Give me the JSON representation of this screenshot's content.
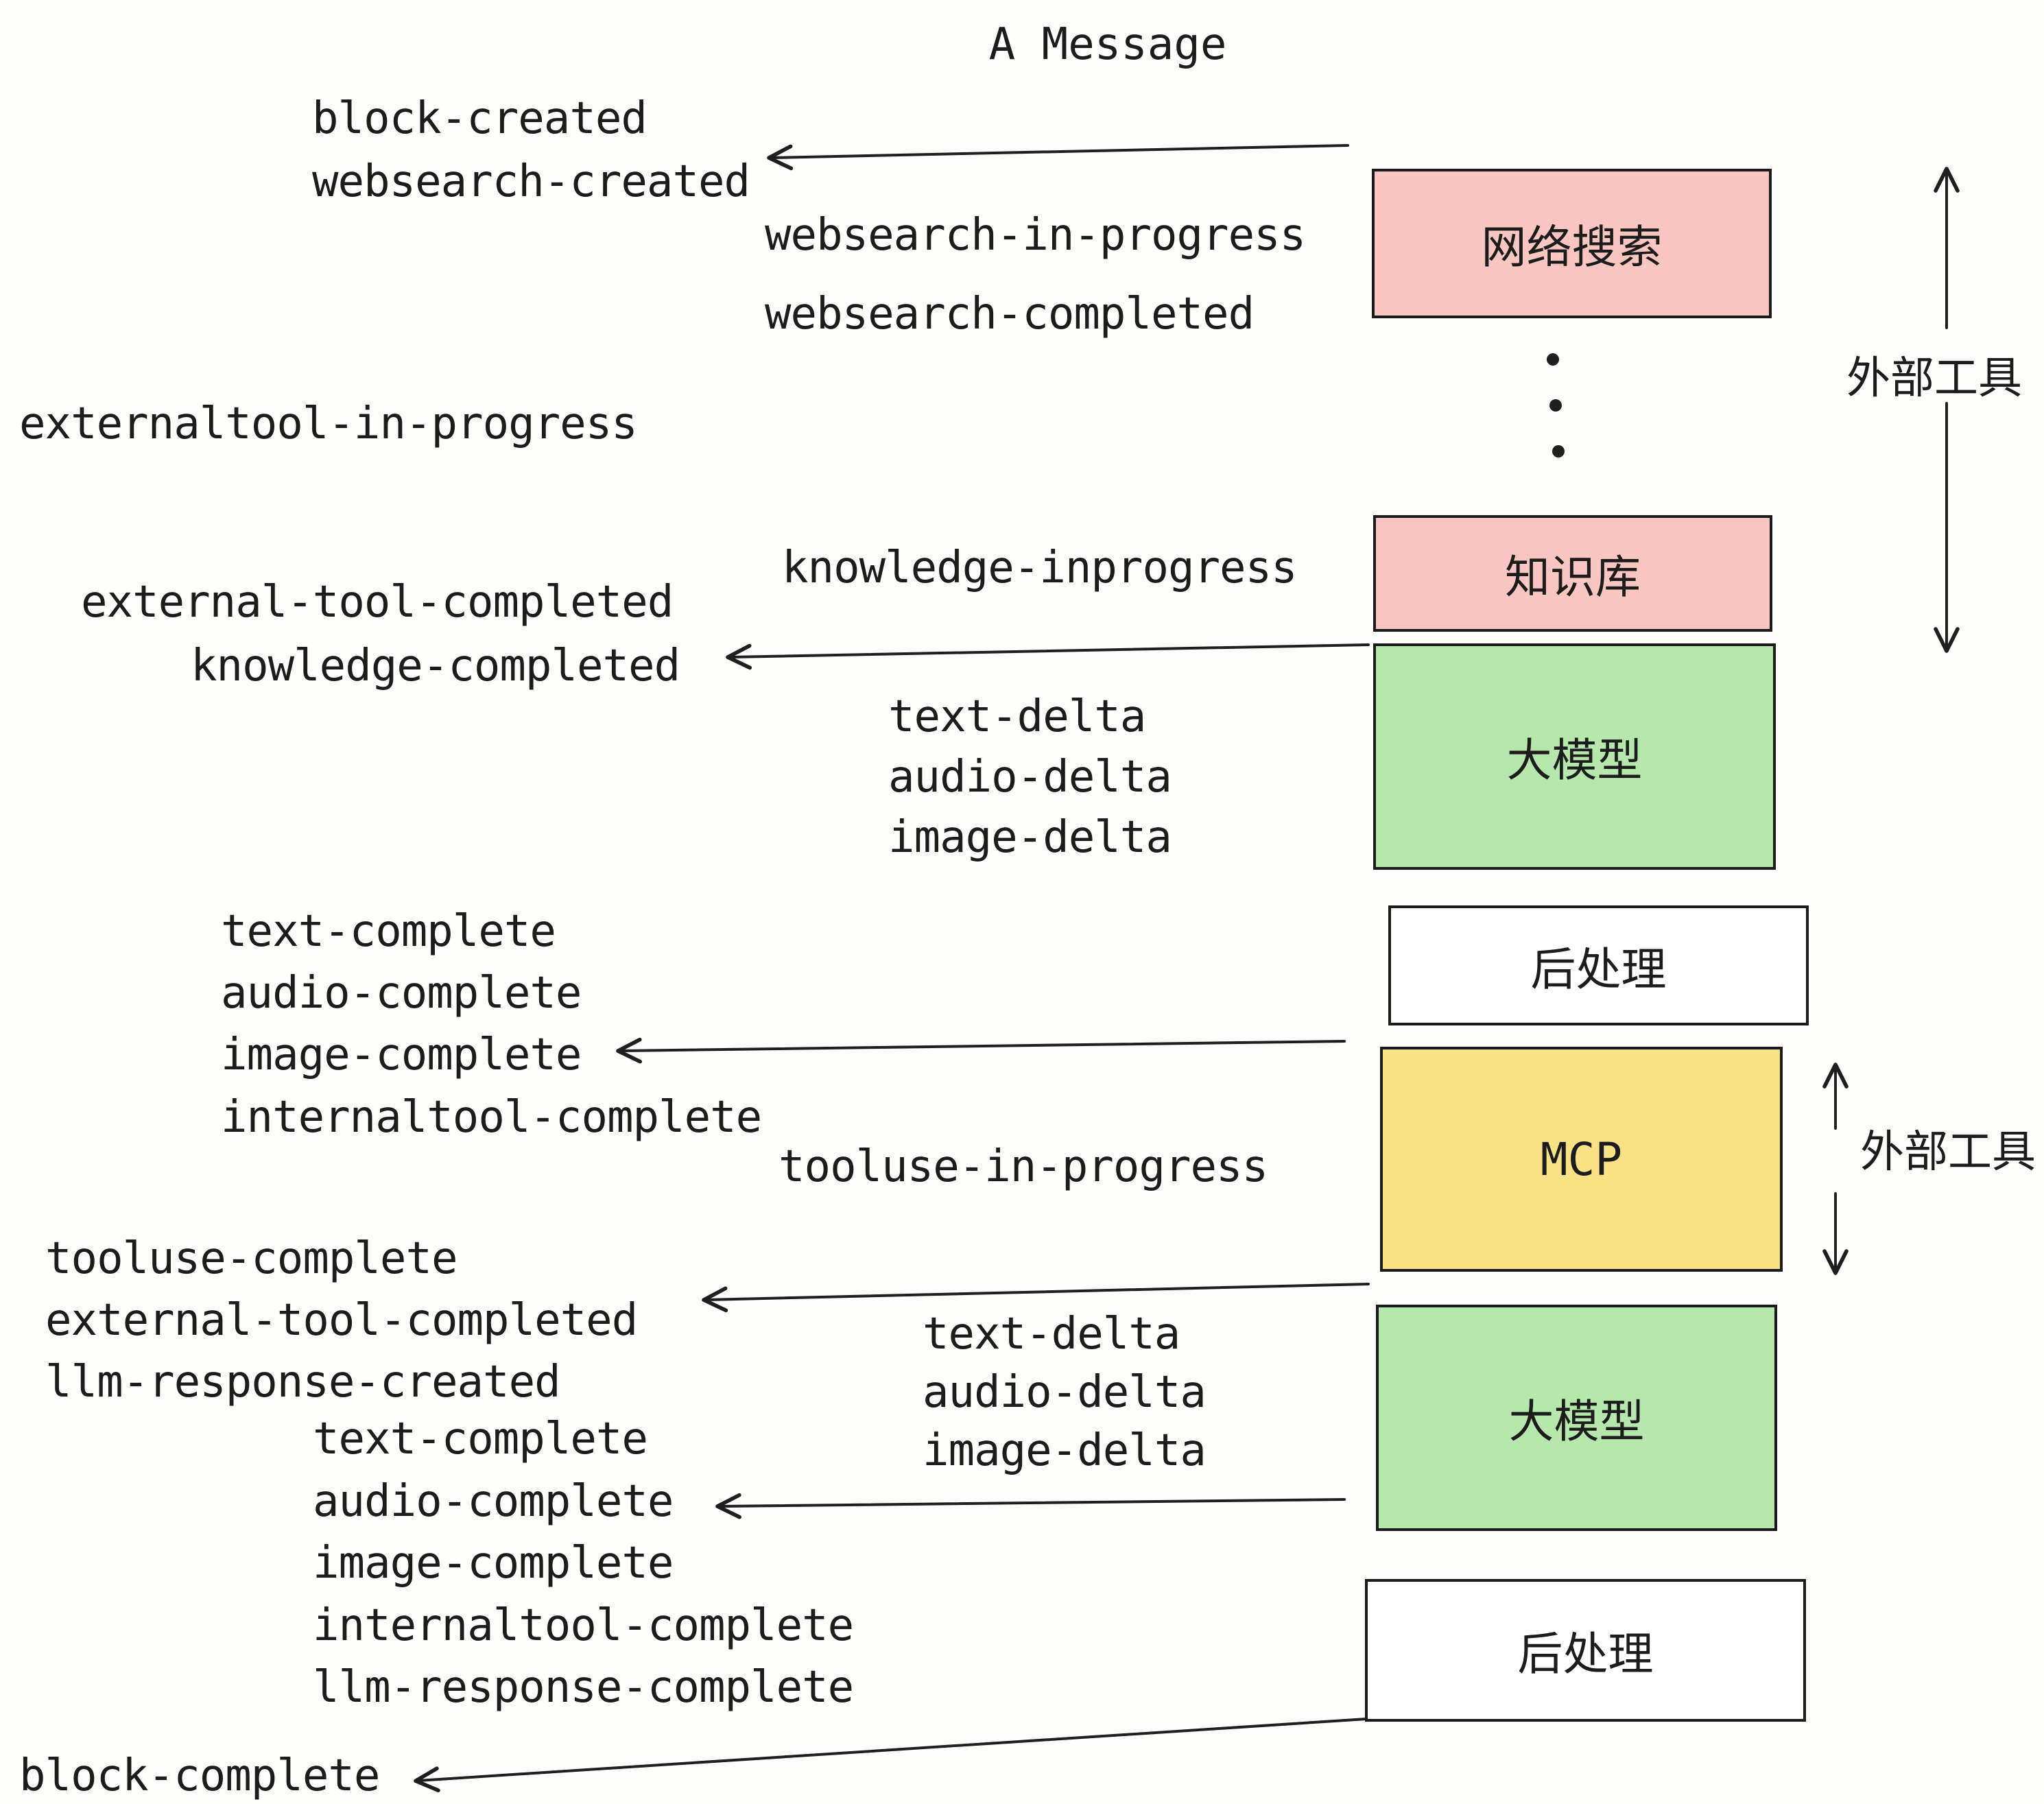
{
  "title": "A Message",
  "events": {
    "block_created": "block-created",
    "websearch_created": "websearch-created",
    "websearch_in_progress": "websearch-in-progress",
    "websearch_completed": "websearch-completed",
    "externaltool_in_progress": "externaltool-in-progress",
    "knowledge_inprogress": "knowledge-inprogress",
    "external_tool_completed": "external-tool-completed",
    "knowledge_completed": "knowledge-completed",
    "text_delta_1": "text-delta",
    "audio_delta_1": "audio-delta",
    "image_delta_1": "image-delta",
    "text_complete_1": "text-complete",
    "audio_complete_1": "audio-complete",
    "image_complete_1": "image-complete",
    "internaltool_complete_1": "internaltool-complete",
    "tooluse_in_progress": "tooluse-in-progress",
    "tooluse_complete": "tooluse-complete",
    "external_tool_completed_2": "external-tool-completed",
    "llm_response_created": "llm-response-created",
    "text_delta_2": "text-delta",
    "audio_delta_2": "audio-delta",
    "image_delta_2": "image-delta",
    "text_complete_2": "text-complete",
    "audio_complete_2": "audio-complete",
    "image_complete_2": "image-complete",
    "internaltool_complete_2": "internaltool-complete",
    "llm_response_complete": "llm-response-complete",
    "block_complete": "block-complete"
  },
  "stages": {
    "websearch": {
      "label": "网络搜索",
      "fill": "#f9c6c2"
    },
    "knowledge": {
      "label": "知识库",
      "fill": "#f9c6c2"
    },
    "llm_1": {
      "label": "大模型",
      "fill": "#b6e7ad"
    },
    "post_1": {
      "label": "后处理",
      "fill": "#ffffff"
    },
    "mcp": {
      "label": "MCP",
      "fill": "#f9e286"
    },
    "llm_2": {
      "label": "大模型",
      "fill": "#b6e7ad"
    },
    "post_2": {
      "label": "后处理",
      "fill": "#ffffff"
    }
  },
  "annotations": {
    "external_tools_top": "外部工具",
    "external_tools_mcp": "外部工具"
  },
  "colors": {
    "ink": "#1f1f1f",
    "stage_pink": "#f9c6c2",
    "stage_green": "#b6e7ad",
    "stage_yellow": "#f9e286",
    "stage_white": "#ffffff",
    "background": "#fdfdfb"
  }
}
